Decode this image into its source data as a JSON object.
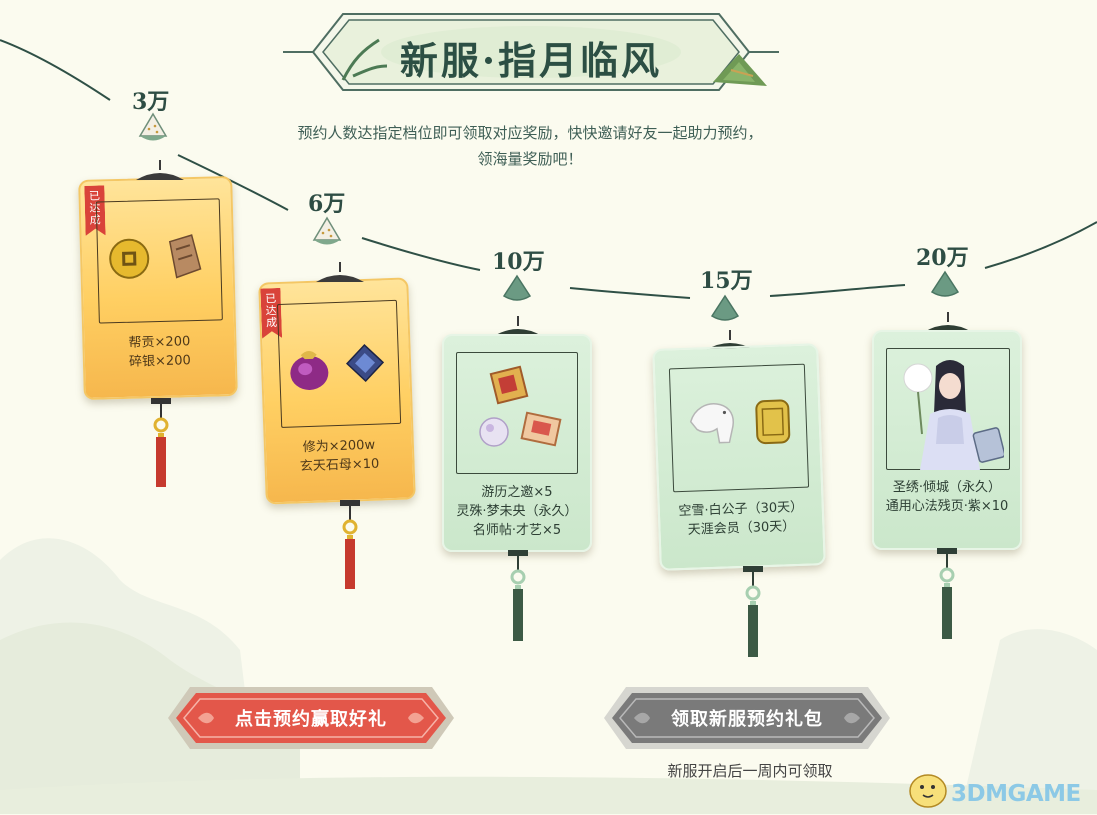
{
  "header": {
    "title": "新服·指月临风",
    "subtitle_line1": "预约人数达指定档位即可领取对应奖励，快快邀请好友一起助力预约，",
    "subtitle_line2": "领海量奖励吧！"
  },
  "milestones": [
    {
      "label": "3万",
      "achieved": true,
      "badge": "已达成",
      "rewards": [
        "帮贡×200",
        "碎银×200"
      ]
    },
    {
      "label": "6万",
      "achieved": true,
      "badge": "已达成",
      "rewards": [
        "修为×200w",
        "玄天石母×10"
      ]
    },
    {
      "label": "10万",
      "achieved": false,
      "rewards": [
        "游历之邀×5",
        "灵殊·梦未央（永久）",
        "名师帖·才艺×5"
      ]
    },
    {
      "label": "15万",
      "achieved": false,
      "rewards": [
        "空雪·白公子（30天）",
        "天涯会员（30天）"
      ]
    },
    {
      "label": "20万",
      "achieved": false,
      "rewards": [
        "圣绣·倾城（永久）",
        "通用心法残页·紫×10"
      ]
    }
  ],
  "buttons": {
    "reserve_label": "点击预约赢取好礼",
    "claim_label": "领取新服预约礼包",
    "claim_note": "新服开启后一周内可领取"
  },
  "watermark": "3DMGAME",
  "colors": {
    "gold": "#ffcf62",
    "green": "#cbe7cb",
    "red": "#e2574a",
    "gray": "#7b7b7b",
    "ink": "#2e4d44"
  }
}
